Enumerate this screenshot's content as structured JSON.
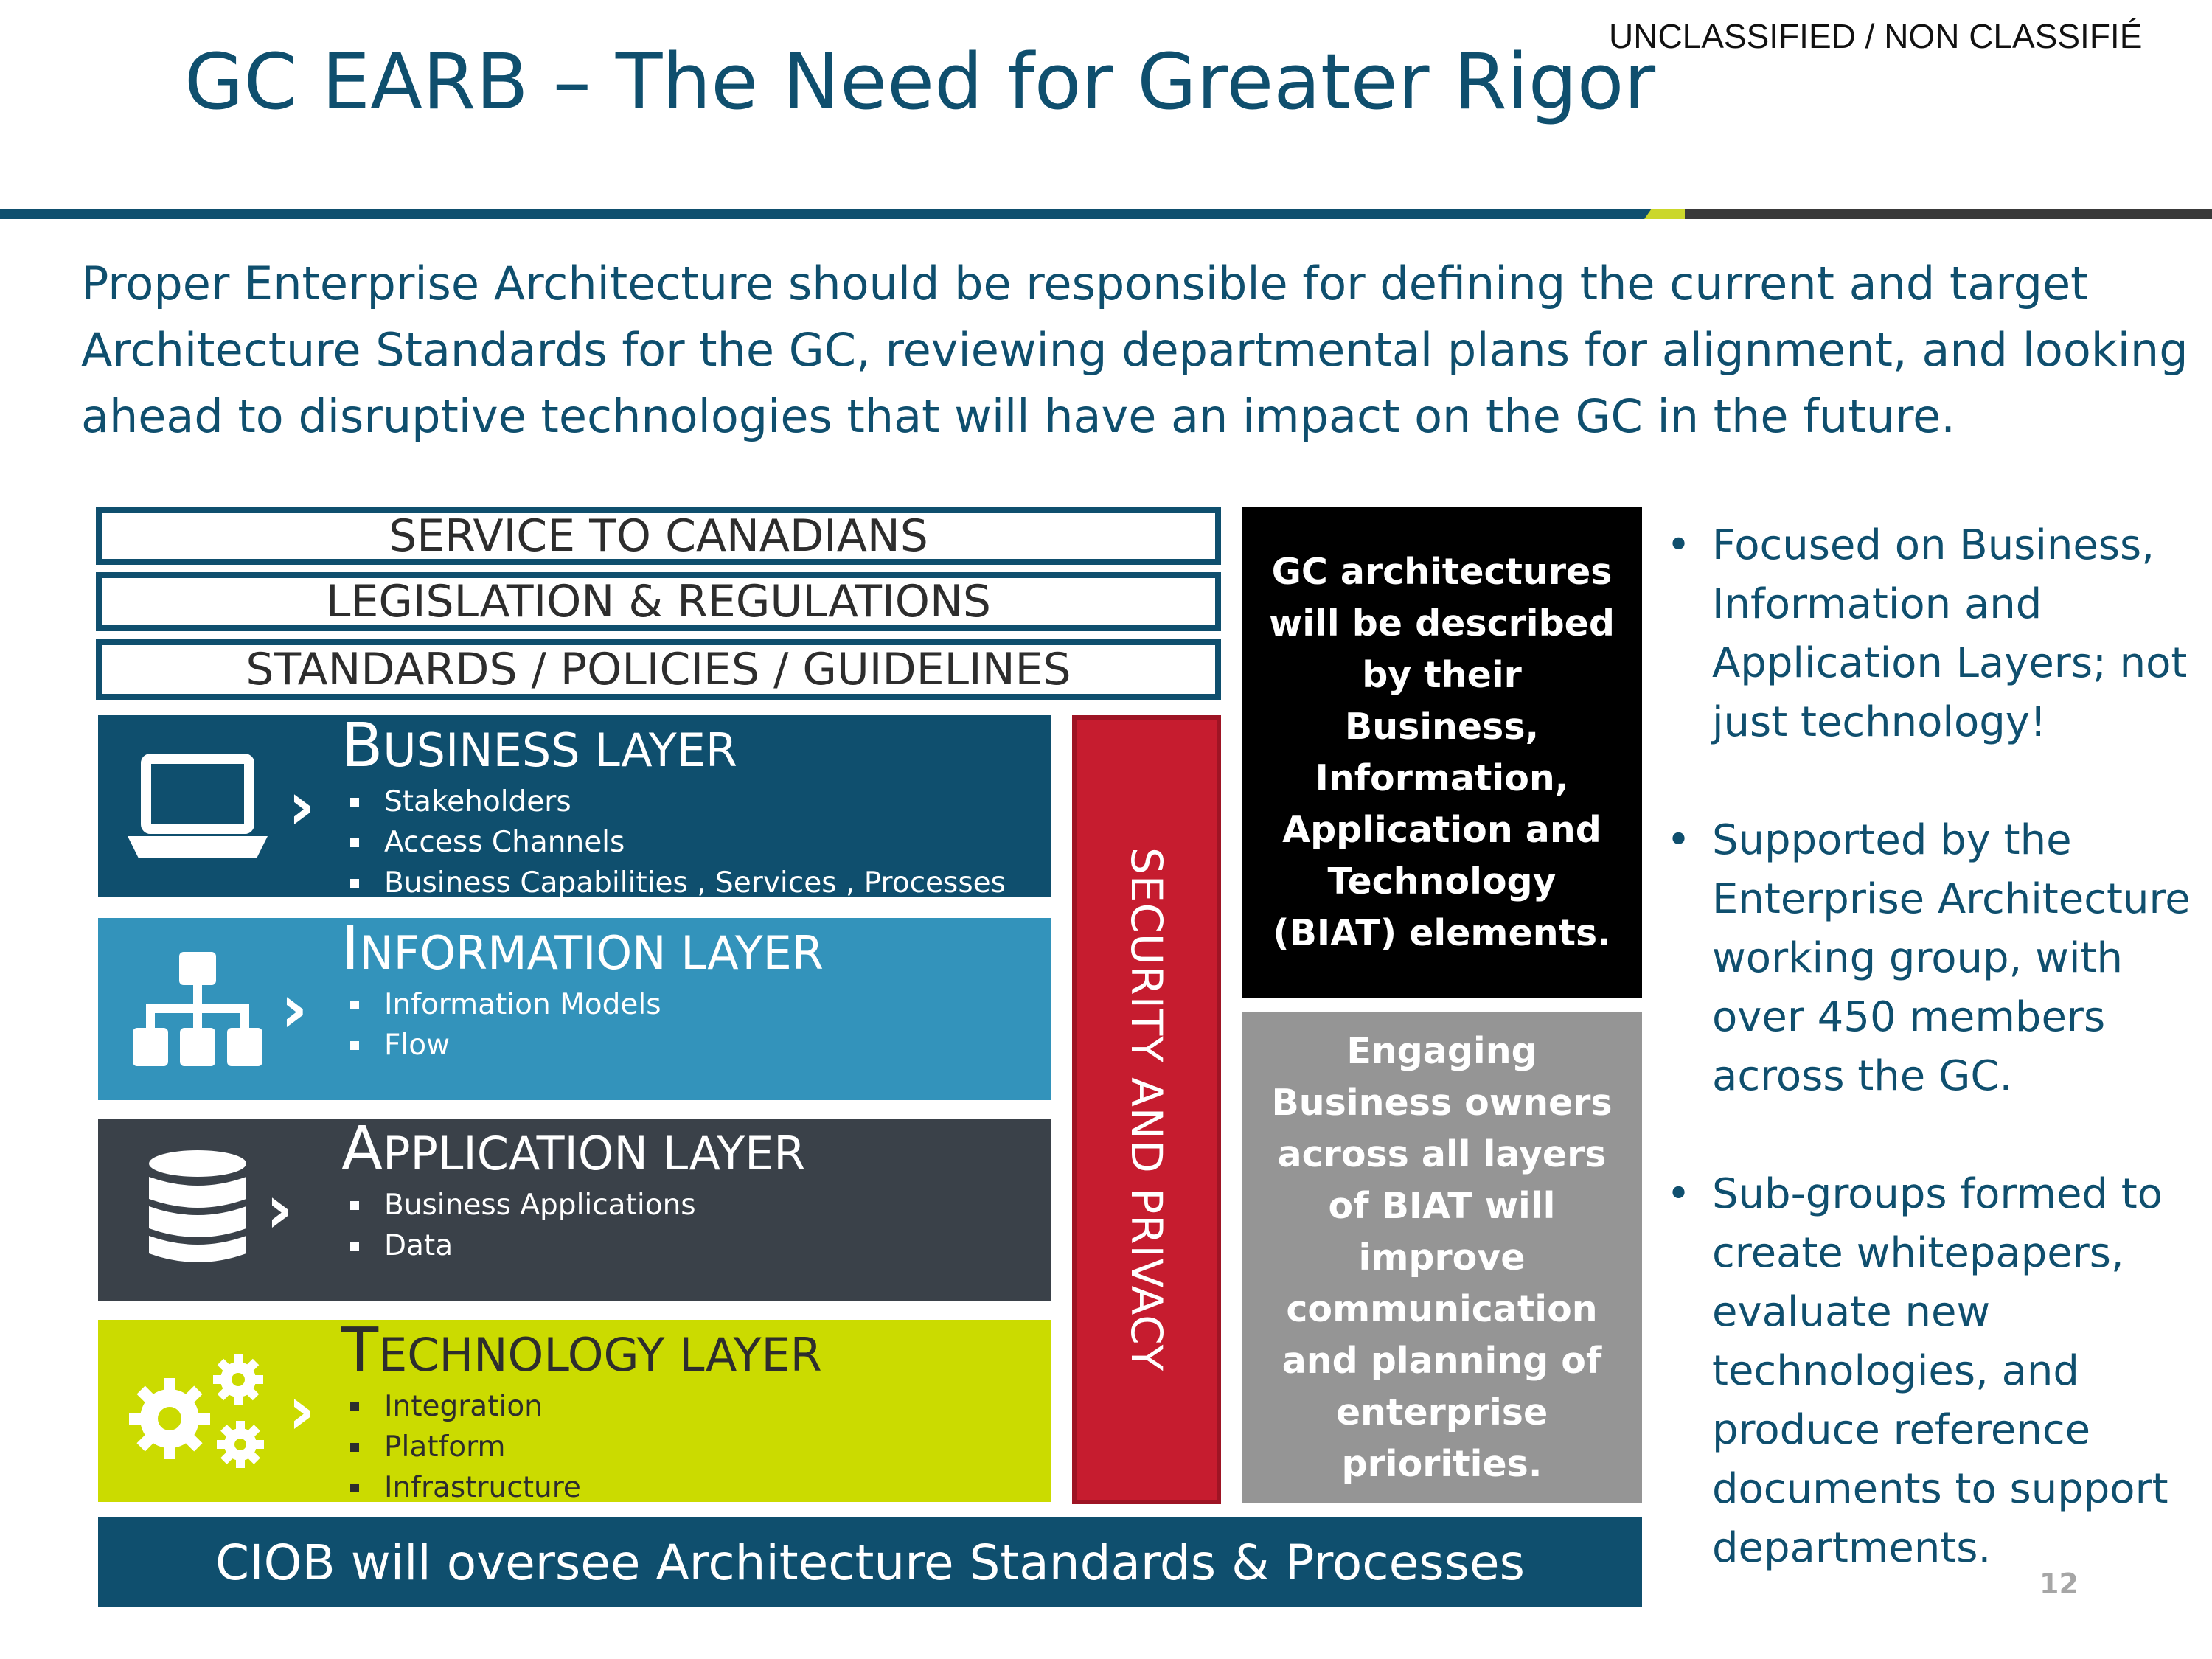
{
  "header": {
    "classification": "UNCLASSIFIED / NON CLASSIFIÉ",
    "title": "GC EARB – The Need for Greater Rigor"
  },
  "intro": "Proper Enterprise Architecture should be responsible for defining the current and target Architecture Standards for the GC, reviewing departmental plans for alignment, and looking ahead to disruptive technologies that will have an impact on the GC in the future.",
  "diagram": {
    "top_bars": [
      "SERVICE TO CANADIANS",
      "LEGISLATION & REGULATIONS",
      "STANDARDS / POLICIES / GUIDELINES"
    ],
    "layers": [
      {
        "cap": "B",
        "rest": "USINESS LAYER",
        "color": "#0f4f6e",
        "icon": "laptop-icon",
        "items": [
          "Stakeholders",
          "Access Channels",
          "Business Capabilities , Services , Processes"
        ]
      },
      {
        "cap": "I",
        "rest": "NFORMATION LAYER",
        "color": "#3393bb",
        "icon": "org-chart-icon",
        "items": [
          "Information Models",
          "Flow"
        ]
      },
      {
        "cap": "A",
        "rest": "PPLICATION LAYER",
        "color": "#3a4149",
        "icon": "database-icon",
        "items": [
          "Business Applications",
          "Data"
        ]
      },
      {
        "cap": "T",
        "rest": "ECHNOLOGY LAYER",
        "color": "#cbdb00",
        "icon": "gears-icon",
        "items": [
          "Integration",
          "Platform",
          "Infrastructure"
        ]
      }
    ],
    "security": "SECURITY AND PRIVACY",
    "ciob": "CIOB will oversee Architecture Standards & Processes",
    "black_box": "GC architectures will be described by their Business, Information, Application and Technology (BIAT) elements.",
    "grey_box": "Engaging Business owners across all layers of BIAT will improve communication and planning of enterprise priorities."
  },
  "bullets": [
    "Focused on Business, Information and Application Layers; not just technology!",
    "Supported by the Enterprise Architecture working group, with over 450 members across the GC.",
    "Sub-groups formed to create whitepapers, evaluate new technologies, and produce reference documents to support departments."
  ],
  "page_number": "12"
}
